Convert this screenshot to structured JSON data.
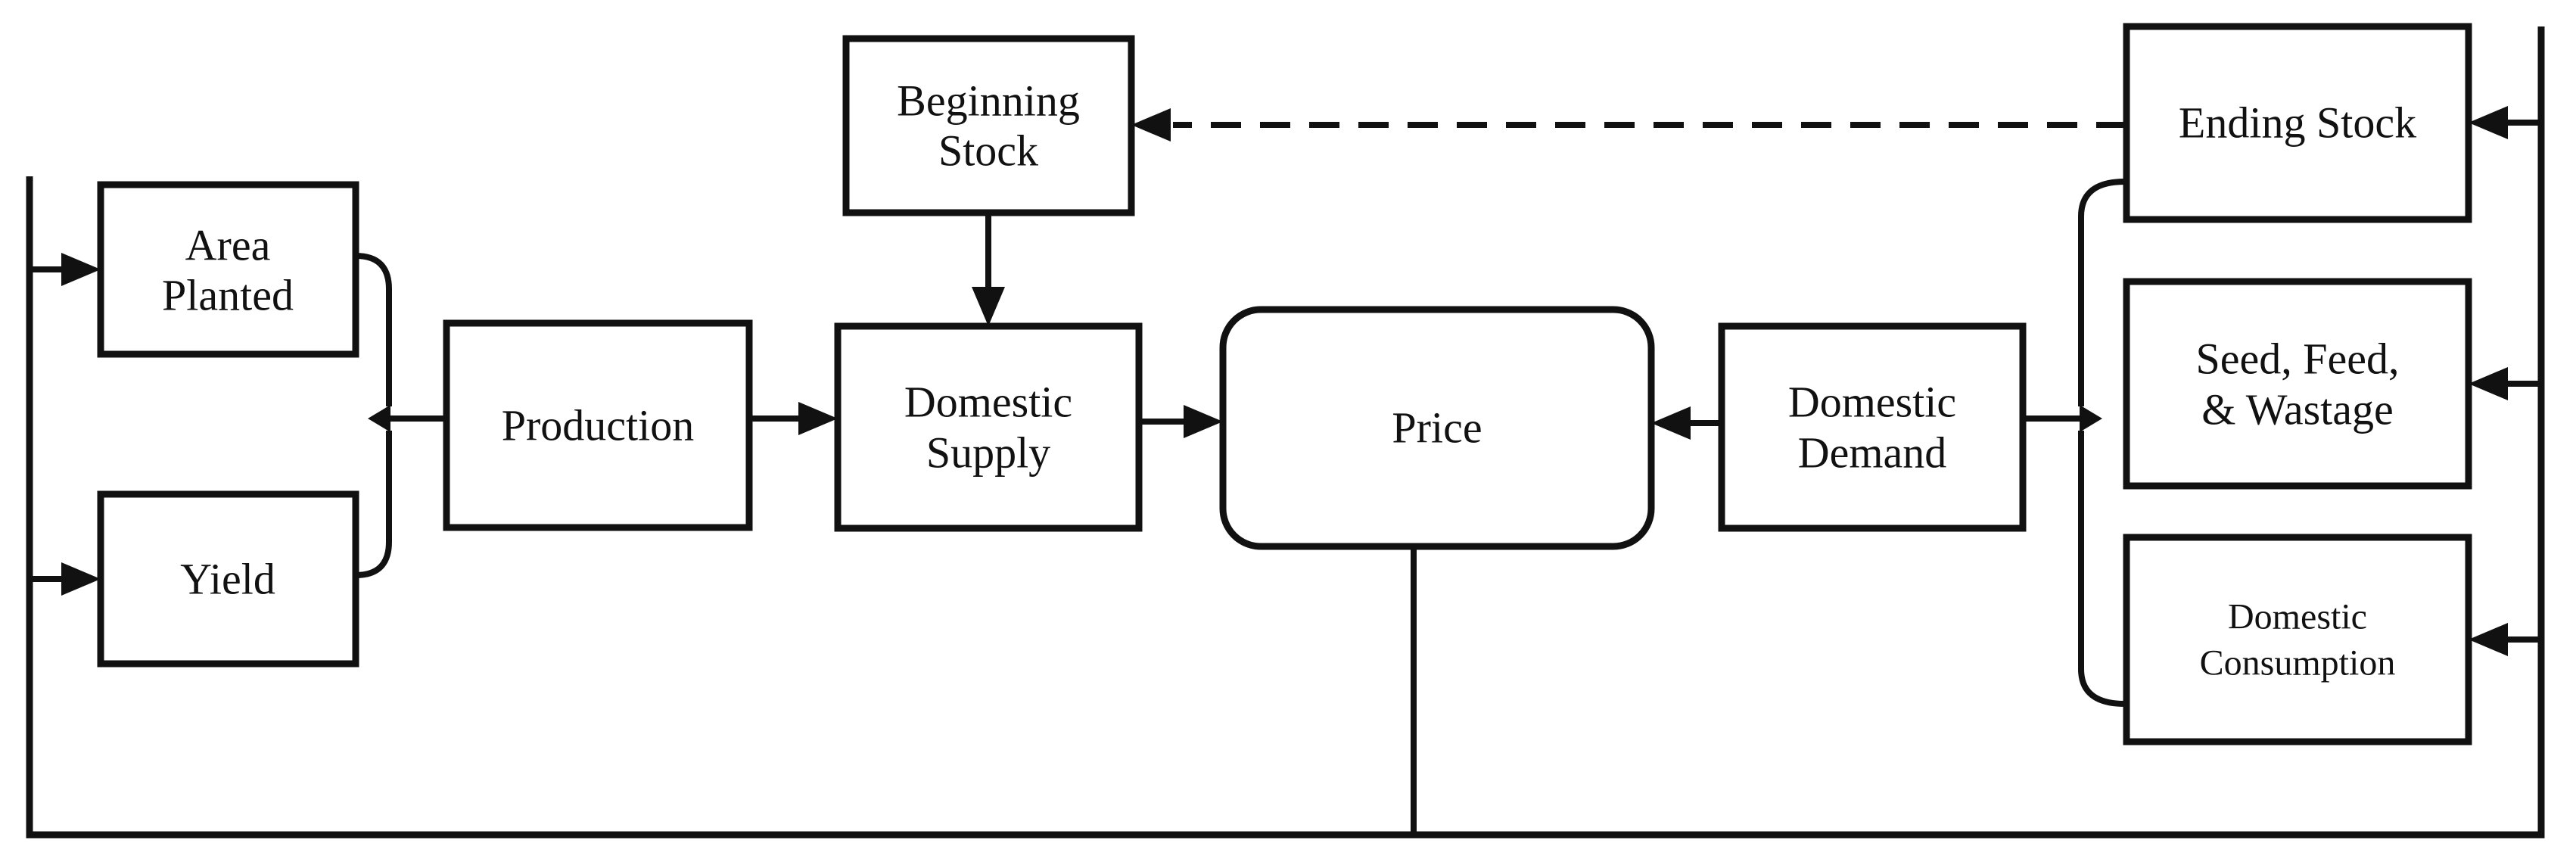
{
  "diagram": {
    "type": "flowchart",
    "description_visible": false
  },
  "colors": {
    "line": "#111111",
    "box_fill": "#ffffff",
    "background": "#ffffff"
  },
  "nodes": {
    "area_planted": {
      "lines": [
        "Area",
        "Planted"
      ]
    },
    "yield": {
      "lines": [
        "Yield"
      ]
    },
    "production": {
      "lines": [
        "Production"
      ]
    },
    "beginning_stock": {
      "lines": [
        "Beginning",
        "Stock"
      ]
    },
    "domestic_supply": {
      "lines": [
        "Domestic",
        "Supply"
      ]
    },
    "price": {
      "lines": [
        "Price"
      ]
    },
    "domestic_demand": {
      "lines": [
        "Domestic",
        "Demand"
      ]
    },
    "ending_stock": {
      "lines": [
        "Ending Stock"
      ]
    },
    "seed_feed_wastage": {
      "lines": [
        "Seed, Feed,",
        "& Wastage"
      ]
    },
    "domestic_consumption": {
      "lines": [
        "Domestic",
        "Consumption"
      ]
    }
  },
  "edges": [
    {
      "from": "price",
      "to": "area_planted",
      "style": "solid",
      "via": "left-feedback-line",
      "arrow": true
    },
    {
      "from": "price",
      "to": "yield",
      "style": "solid",
      "via": "left-feedback-line",
      "arrow": true
    },
    {
      "from": "area_planted",
      "to": "production",
      "style": "solid",
      "via": "brace",
      "arrow": false
    },
    {
      "from": "yield",
      "to": "production",
      "style": "solid",
      "via": "brace",
      "arrow": false
    },
    {
      "from": "production",
      "to": "domestic_supply",
      "style": "solid",
      "arrow": true
    },
    {
      "from": "beginning_stock",
      "to": "domestic_supply",
      "style": "solid",
      "arrow": true
    },
    {
      "from": "domestic_supply",
      "to": "price",
      "style": "solid",
      "arrow": true
    },
    {
      "from": "domestic_demand",
      "to": "price",
      "style": "solid",
      "arrow": true
    },
    {
      "from": "ending_stock",
      "to": "beginning_stock",
      "style": "dashed",
      "arrow": true
    },
    {
      "from": "domestic_demand",
      "to": "ending_stock",
      "style": "solid",
      "via": "brace",
      "arrow": false
    },
    {
      "from": "domestic_demand",
      "to": "seed_feed_wastage",
      "style": "solid",
      "via": "brace",
      "arrow": false
    },
    {
      "from": "domestic_demand",
      "to": "domestic_consumption",
      "style": "solid",
      "via": "brace",
      "arrow": false
    },
    {
      "from": "price",
      "to": "ending_stock",
      "style": "solid",
      "via": "right-feedback-line",
      "arrow": true
    },
    {
      "from": "price",
      "to": "seed_feed_wastage",
      "style": "solid",
      "via": "right-feedback-line",
      "arrow": true
    },
    {
      "from": "price",
      "to": "domestic_consumption",
      "style": "solid",
      "via": "right-feedback-line",
      "arrow": true
    }
  ]
}
